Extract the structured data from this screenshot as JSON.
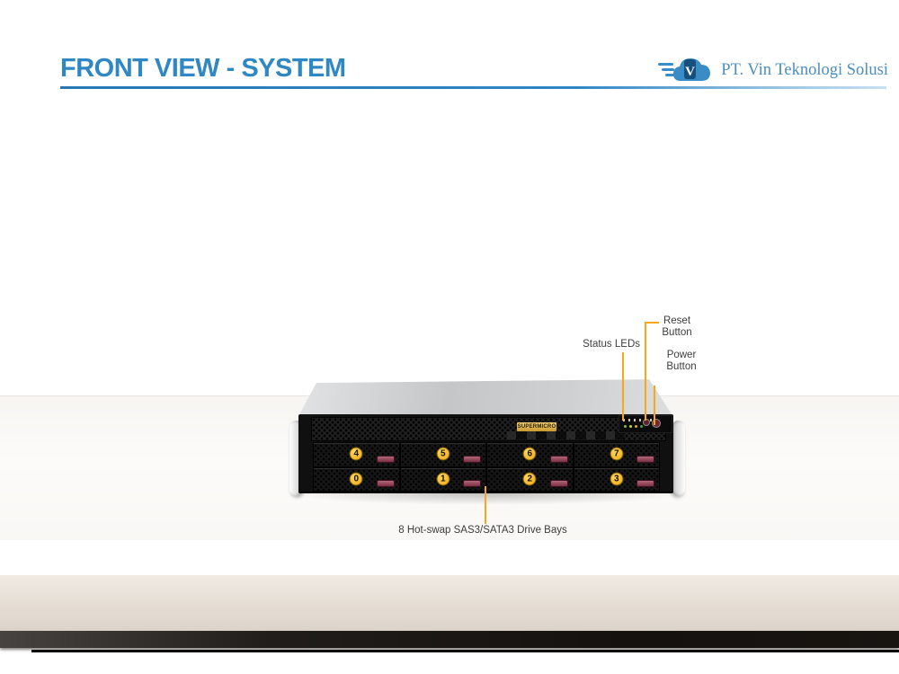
{
  "header": {
    "title": "FRONT VIEW - SYSTEM"
  },
  "logo": {
    "company_name": "PT. Vin Teknologi Solusi",
    "icon": "cloud-v-logo"
  },
  "server": {
    "badge": "SUPERMICRO",
    "bays": {
      "top": [
        "4",
        "5",
        "6",
        "7"
      ],
      "bottom": [
        "0",
        "1",
        "2",
        "3"
      ]
    }
  },
  "annotations": {
    "status_leds": "Status LEDs",
    "reset": {
      "line1": "Reset",
      "line2": "Button"
    },
    "power": {
      "line1": "Power",
      "line2": "Button"
    },
    "drive_bays": "8 Hot-swap SAS3/SATA3 Drive Bays"
  },
  "colors": {
    "title_blue": "#2F87C3",
    "logo_blue": "#4C8EBD",
    "leader_yellow": "#F5A81C",
    "label_gray": "#3C3C3C",
    "bay_number_yellow": "#F0B42A",
    "latch_maroon": "#8E3B4E"
  }
}
